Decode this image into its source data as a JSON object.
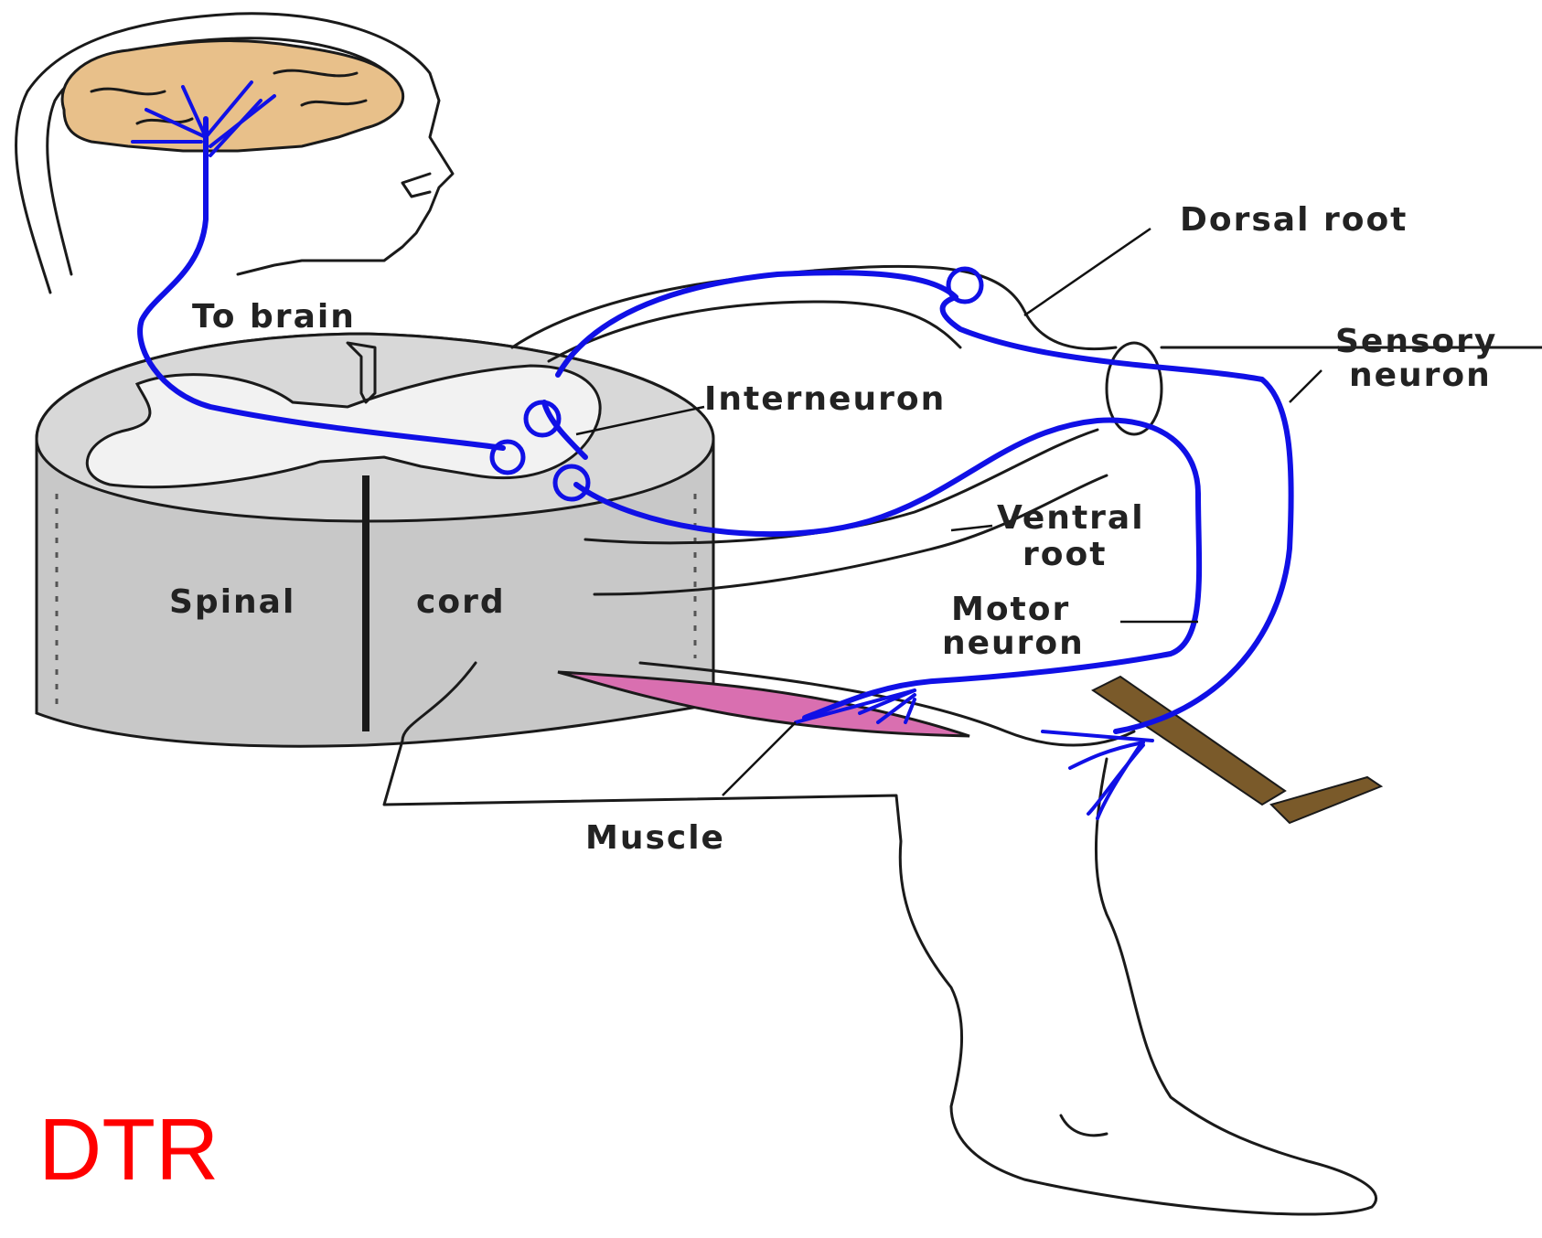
{
  "diagram": {
    "corner_label": "DTR",
    "corner_label_color": "#ff0000",
    "labels": {
      "to_brain": "To brain",
      "dorsal_root": "Dorsal root",
      "sensory_neuron_line1": "Sensory",
      "sensory_neuron_line2": "neuron",
      "interneuron": "Interneuron",
      "ventral_root_line1": "Ventral",
      "ventral_root_line2": "root",
      "motor_neuron_line1": "Motor",
      "motor_neuron_line2": "neuron",
      "spinal": "Spinal",
      "cord": "cord",
      "muscle": "Muscle"
    },
    "colors": {
      "nerve": "#1010e6",
      "brain": "#e8c08a",
      "spinal_cord": "#c8c8c8",
      "muscle": "#d96fb0",
      "hammer": "#7a5a2a"
    }
  }
}
